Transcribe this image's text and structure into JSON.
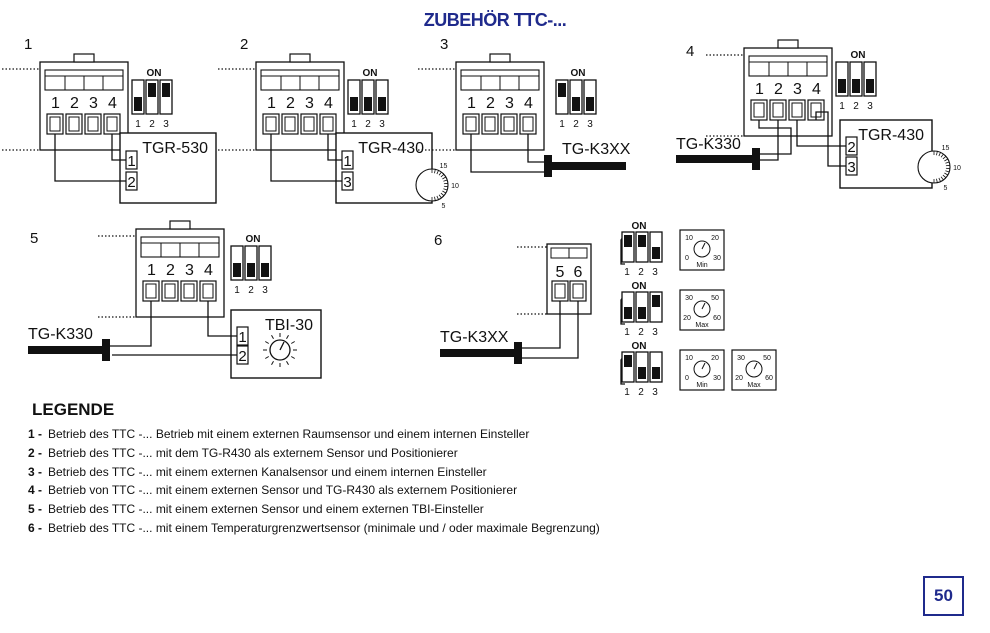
{
  "title": "ZUBEHÖR TTC-...",
  "diagrams": [
    {
      "number": "1",
      "terminals": [
        "1",
        "2",
        "3",
        "4"
      ],
      "device": "TGR-530",
      "device_terminals": [
        "1",
        "2"
      ],
      "dip_label": "ON",
      "dip_numbers": [
        "1",
        "2",
        "3"
      ]
    },
    {
      "number": "2",
      "terminals": [
        "1",
        "2",
        "3",
        "4"
      ],
      "device": "TGR-430",
      "device_terminals": [
        "1",
        "3"
      ],
      "dip_label": "ON",
      "dip_numbers": [
        "1",
        "2",
        "3"
      ],
      "dial_labels": [
        "15",
        "10",
        "5"
      ]
    },
    {
      "number": "3",
      "terminals": [
        "1",
        "2",
        "3",
        "4"
      ],
      "sensor": "TG-K3XX",
      "dip_label": "ON",
      "dip_numbers": [
        "1",
        "2",
        "3"
      ]
    },
    {
      "number": "4",
      "terminals": [
        "1",
        "2",
        "3",
        "4"
      ],
      "sensor": "TG-K330",
      "device": "TGR-430",
      "device_terminals": [
        "2",
        "3"
      ],
      "dip_label": "ON",
      "dip_numbers": [
        "1",
        "2",
        "3"
      ],
      "dial_labels": [
        "15",
        "10",
        "5"
      ]
    },
    {
      "number": "5",
      "terminals": [
        "1",
        "2",
        "3",
        "4"
      ],
      "sensor": "TG-K330",
      "device": "TBI-30",
      "device_terminals": [
        "1",
        "2"
      ],
      "dip_label": "ON",
      "dip_numbers": [
        "1",
        "2",
        "3"
      ]
    },
    {
      "number": "6",
      "terminals": [
        "5",
        "6"
      ],
      "sensor": "TG-K3XX",
      "dip_rows": [
        {
          "dip_label": "ON",
          "dip_numbers": [
            "1",
            "2",
            "3"
          ],
          "dials": [
            {
              "labels": [
                "10",
                "20",
                "0",
                "30"
              ],
              "caption": "Min"
            }
          ]
        },
        {
          "dip_label": "ON",
          "dip_numbers": [
            "1",
            "2",
            "3"
          ],
          "dials": [
            {
              "labels": [
                "30",
                "50",
                "20",
                "60"
              ],
              "caption": "Max"
            }
          ]
        },
        {
          "dip_label": "ON",
          "dip_numbers": [
            "1",
            "2",
            "3"
          ],
          "dials": [
            {
              "labels": [
                "10",
                "20",
                "0",
                "30"
              ],
              "caption": "Min"
            },
            {
              "labels": [
                "30",
                "50",
                "20",
                "60"
              ],
              "caption": "Max"
            }
          ]
        }
      ]
    }
  ],
  "legend": {
    "heading": "LEGENDE",
    "items": [
      {
        "num": "1 -",
        "text": "Betrieb des TTC -... Betrieb mit einem externen Raumsensor und einem internen Einsteller"
      },
      {
        "num": "2 -",
        "text": "Betrieb des TTC -... mit dem TG-R430 als externem Sensor und Positionierer"
      },
      {
        "num": "3 -",
        "text": "Betrieb des TTC -... mit einem externen Kanalsensor und einem internen Einsteller"
      },
      {
        "num": "4 -",
        "text": "Betrieb von TTC -... mit einem externen Sensor und TG-R430 als externem Positionierer"
      },
      {
        "num": "5 -",
        "text": "Betrieb des TTC -... mit einem externen Sensor und einem externen TBI-Einsteller"
      },
      {
        "num": "6 -",
        "text": "Betrieb des TTC -... mit einem Temperaturgrenzwertsensor (minimale und / oder maximale Begrenzung)"
      }
    ]
  },
  "page_number": "50"
}
